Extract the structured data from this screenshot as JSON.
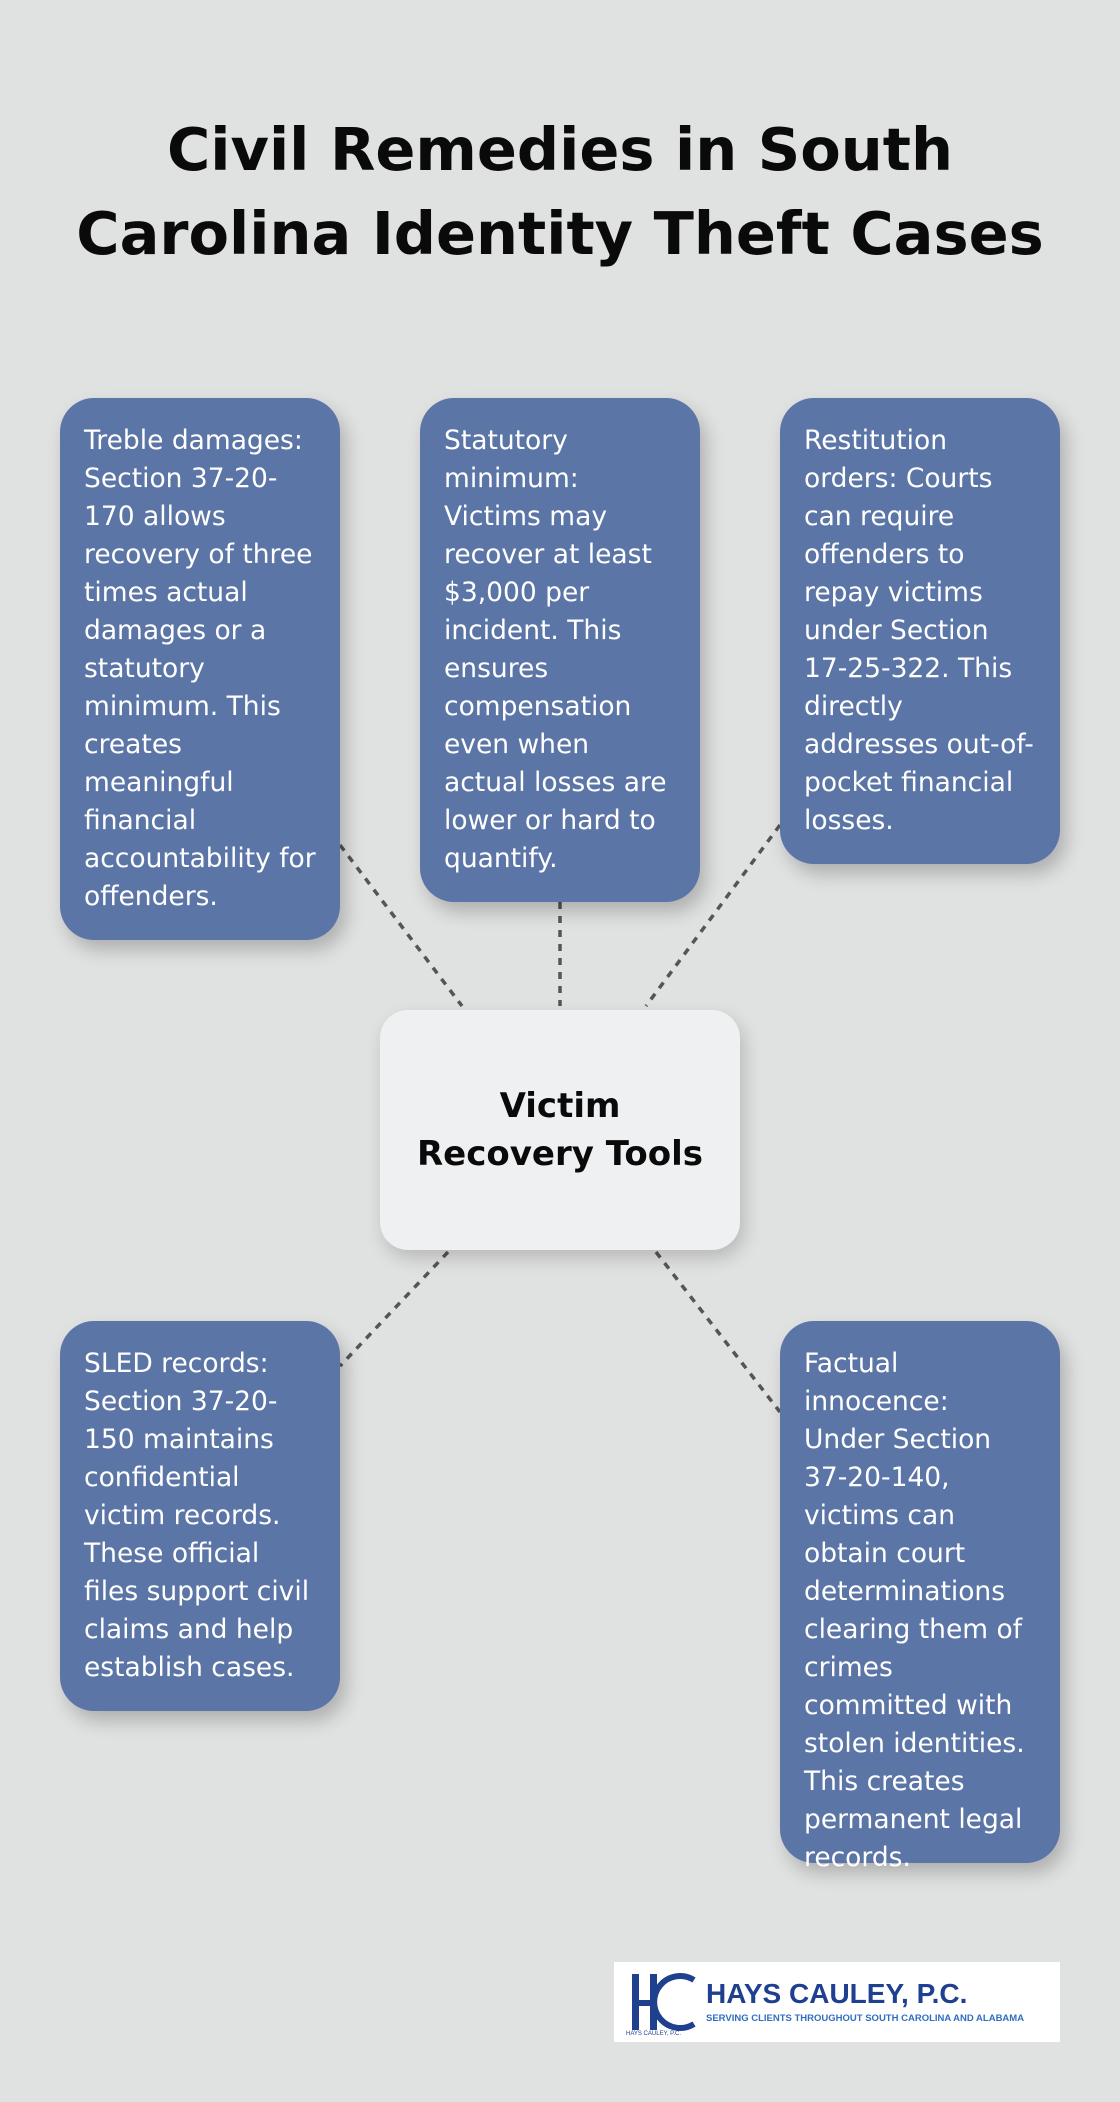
{
  "title": "Civil Remedies in South Carolina Identity Theft Cases",
  "center": {
    "label": "Victim Recovery Tools"
  },
  "cards": {
    "treble": "Treble damages: Section 37-20-170 allows recovery of three times actual damages or a statutory minimum. This creates meaningful financial accountability for offenders.",
    "statutory": "Statutory minimum: Victims may recover at least $3,000 per incident. This ensures compensation even when actual losses are lower or hard to quantify.",
    "restitution": "Restitution orders: Courts can require offenders to repay victims under Section 17-25-322. This directly addresses out-of-pocket financial losses.",
    "sled": "SLED records: Section 37-20-150 maintains confidential victim records. These official files support civil claims and help establish cases.",
    "factual": "Factual innocence: Under Section 37-20-140, victims can obtain court determinations clearing them of crimes committed with stolen identities. This creates permanent legal records."
  },
  "logo": {
    "name": "HAYS CAULEY, P.C.",
    "tagline": "SERVING CLIENTS THROUGHOUT SOUTH CAROLINA AND ALABAMA",
    "small_text": "HAYS CAULEY, P.C."
  },
  "colors": {
    "background": "#e0e1e1",
    "card": "#5b75a6",
    "center_box": "#eff0f2",
    "connector": "#555555",
    "logo_blue": "#1f3f8f"
  }
}
